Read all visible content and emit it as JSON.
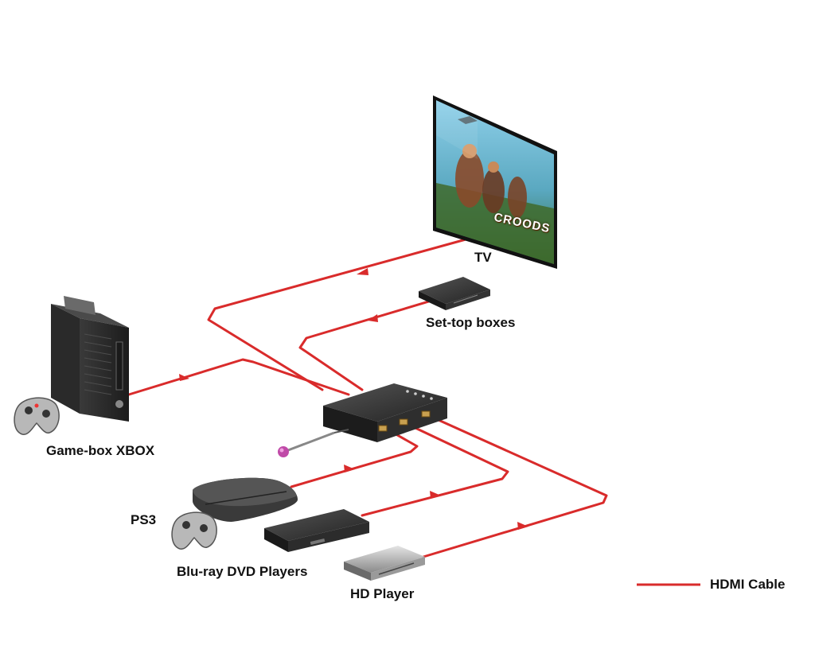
{
  "devices": {
    "tv": {
      "label": "TV",
      "poster_title": "CROODS"
    },
    "settop": {
      "label": "Set-top boxes"
    },
    "xbox": {
      "label": "Game-box XBOX"
    },
    "ps3": {
      "label": "PS3"
    },
    "bluray": {
      "label": "Blu-ray DVD Players"
    },
    "hdplayer": {
      "label": "HD Player"
    }
  },
  "legend": {
    "label": "HDMI Cable",
    "color": "#d92b2b"
  },
  "colors": {
    "cable": "#d92b2b",
    "device_dark": "#2a2a2a",
    "device_mid": "#444444",
    "port_gold": "#c8a050"
  }
}
